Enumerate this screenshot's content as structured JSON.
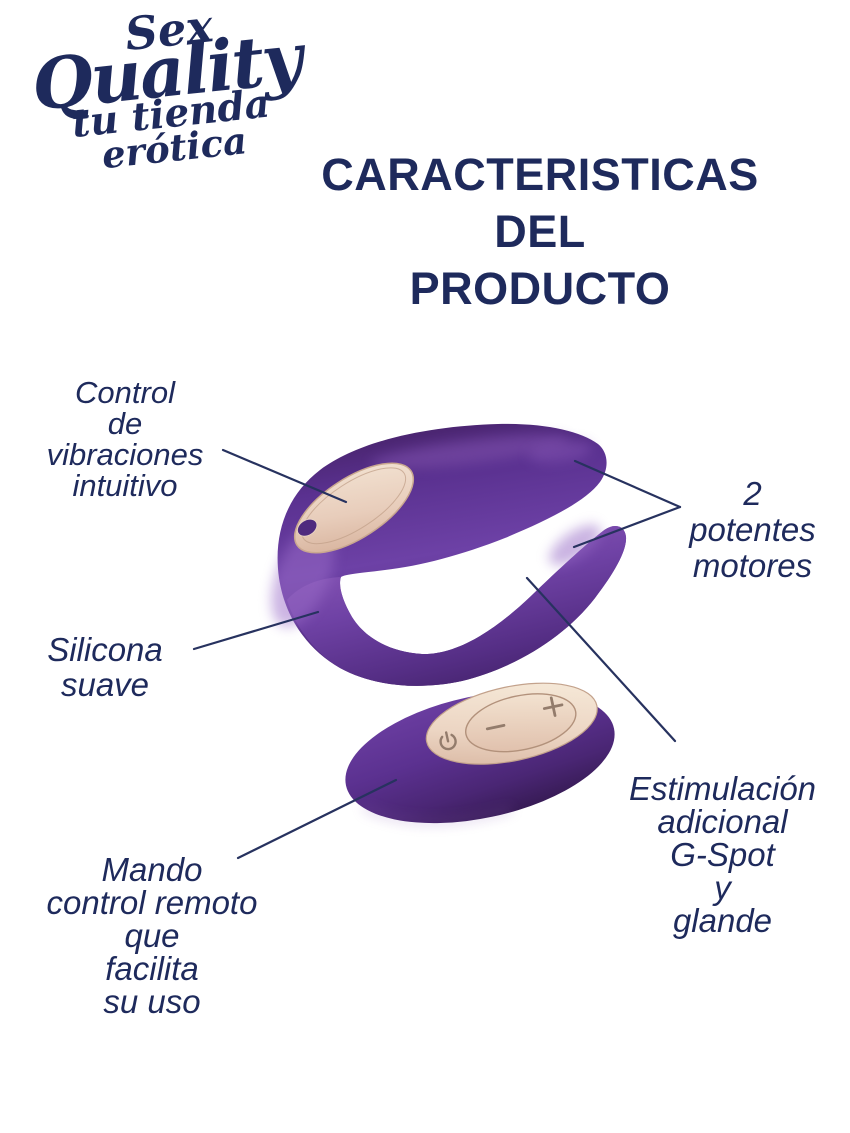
{
  "brand": {
    "name": "Sex Quality tu tienda erótica",
    "lines": [
      "Sex",
      "Quality",
      "tu tienda",
      "erótica"
    ]
  },
  "title": {
    "lines": [
      "CARACTERISTICAS",
      "DEL",
      "PRODUCTO"
    ]
  },
  "callouts": {
    "vibration_control": {
      "lines": [
        "Control",
        "de",
        "vibraciones",
        "intuitivo"
      ]
    },
    "motors": {
      "lines": [
        "2",
        "potentes",
        "motores"
      ]
    },
    "silicone": {
      "lines": [
        "Silicona",
        "suave"
      ]
    },
    "stimulation": {
      "lines": [
        "Estimulación",
        "adicional",
        "G-Spot",
        "y",
        "glande"
      ]
    },
    "remote": {
      "lines": [
        "Mando",
        "control remoto",
        "que",
        "facilita",
        "su uso"
      ]
    }
  },
  "product": {
    "main_device": "couples-vibrator",
    "remote_device": "remote-control",
    "remote_button_icons": [
      "power-icon",
      "minus-icon",
      "plus-icon"
    ]
  },
  "colors": {
    "text_navy": "#1e2a5c",
    "line_navy": "#27325f",
    "purple_mid": "#5e3494",
    "purple_light": "#7b4caf",
    "purple_dark": "#3f1f60",
    "gold_light": "#f4e6d6",
    "gold_dark": "#d3ac95"
  }
}
